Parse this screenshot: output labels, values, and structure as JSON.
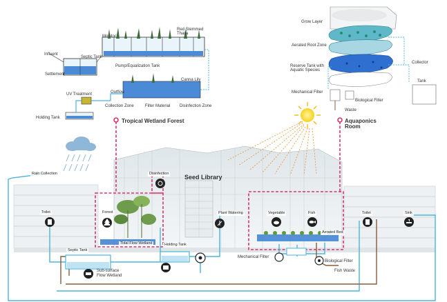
{
  "colors": {
    "pink": "#d6336c",
    "blue": "#4ab3dc",
    "brown": "#8a5a3c",
    "orange": "#e8902f",
    "sun": "#f5d21c",
    "water": "#3a7fd0"
  },
  "icons": [
    "rain-cloud-icon",
    "sun-icon",
    "toilet-icon",
    "forest-icon",
    "disinfection-icon",
    "plant-watering-icon",
    "vegetable-icon",
    "fish-icon",
    "sink-icon",
    "septic-tank-icon",
    "holding-tank-icon",
    "filter-icon"
  ],
  "wetland_diagram": {
    "monitor": "Monitor",
    "red_stemmed": "Red Stemmed\nThalia",
    "influent": "Influent",
    "septic_tank": "Septic Tank",
    "settlement": "Settlement",
    "pump_tank": "Pump/Equalization Tank",
    "canna_lily": "Canna Lily",
    "uv_treatment": "UV Treatment",
    "outflow": "Outflow",
    "collection_zone": "Collection Zone",
    "filter_material": "Filter Material",
    "disinfection_zone": "Disinfection Zone",
    "holding_tank": "Holding Tank"
  },
  "aquaponics_diagram": {
    "grow_layer": "Grow Layer",
    "aerated_root_zone": "Aerated Root Zone",
    "reserve_tank": "Reserve Tank with\nAquatic Species",
    "collector": "Collector",
    "tank": "Tank",
    "mechanical_filter": "Mechanical Filter",
    "biological_filter": "Biological Filter",
    "waste": "Waste"
  },
  "sections": {
    "tropical": "Tropical Wetland Forest",
    "aquaponics": "Aquaponics\nRoom",
    "seed_library": "Seed Library"
  },
  "building": {
    "rain_collection": "Rain Collection",
    "toilet_left": "Toilet",
    "forest": "Forest",
    "disinfection": "Disinfection",
    "tidal_flow": "Tidal Flow Wetland",
    "holding_tank": "Holding Tank",
    "plant_watering": "Plant Watering",
    "septic_tank": "Septic Tank",
    "subsurface": "Sub-surface\nFlow Wetland",
    "vegetable": "Vegetable",
    "fish": "Fish",
    "aerated_bed": "Aerated Bed",
    "mechanical_filter": "Mechanical Filter",
    "biological_filter": "Biological Filter",
    "fish_waste": "Fish Waste",
    "toilet_right": "Toilet",
    "sink": "Sink"
  }
}
